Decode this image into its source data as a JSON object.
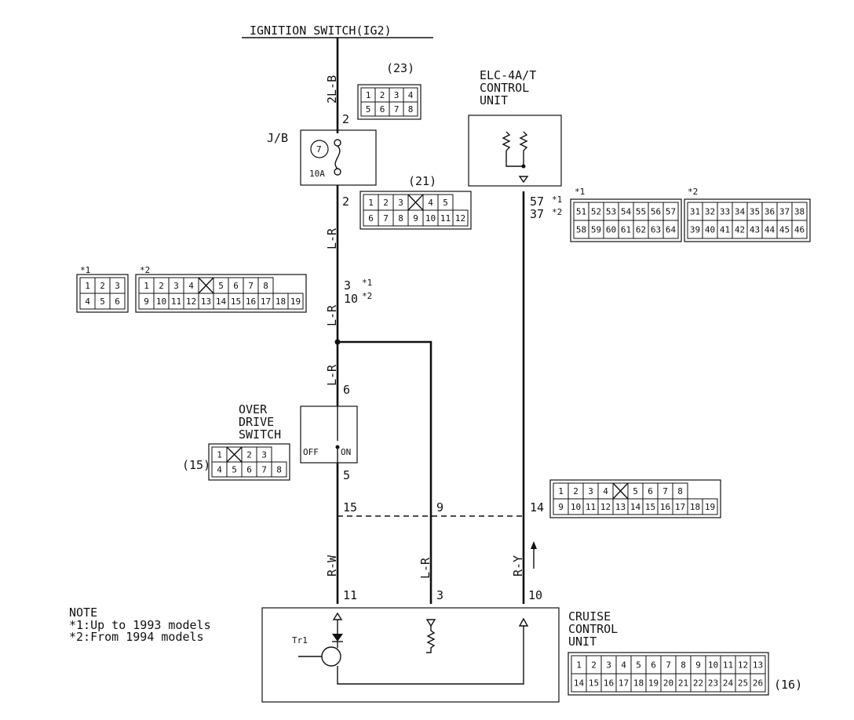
{
  "title_feed": "IGNITION SWITCH(IG2)",
  "wires": {
    "feed": "2L-B",
    "lr1": "L-R",
    "lr2": "L-R",
    "lr3": "L-R",
    "rw": "R-W",
    "lr_cc": "L-R",
    "ry": "R-Y"
  },
  "junction_block": {
    "label": "J/B",
    "fuse_no": "7",
    "fuse_rating": "10A"
  },
  "terminals": {
    "jb_in": "2",
    "jb_out": "2",
    "splice_a": "3",
    "splice_a_note": "*1",
    "splice_b": "10",
    "splice_b_note": "*2",
    "od_in": "6",
    "od_out": "5",
    "j15": "15",
    "j9": "9",
    "j14": "14",
    "cc11": "11",
    "cc3": "3",
    "cc10": "10",
    "elc_57": "57",
    "elc_57_note": "*1",
    "elc_37": "37",
    "elc_37_note": "*2"
  },
  "elc": {
    "line1": "ELC-4A/T",
    "line2": "CONTROL",
    "line3": "UNIT"
  },
  "od_switch": {
    "line1": "OVER",
    "line2": "DRIVE",
    "line3": "SWITCH",
    "off": "OFF",
    "on": "ON"
  },
  "cruise": {
    "line1": "CRUISE",
    "line2": "CONTROL",
    "line3": "UNIT",
    "transistor": "Tr1"
  },
  "note": {
    "title": "NOTE",
    "line1": "*1:Up to 1993 models",
    "line2": "*2:From 1994 models"
  },
  "connectors": {
    "c23": {
      "ref": "(23)",
      "rows": [
        [
          "1",
          "2",
          "3",
          "4"
        ],
        [
          "5",
          "6",
          "7",
          "8"
        ]
      ]
    },
    "c21": {
      "ref": "(21)",
      "rows": [
        [
          "1",
          "2",
          "3",
          "",
          "4",
          "5"
        ],
        [
          "6",
          "7",
          "8",
          "9",
          "10",
          "11",
          "12"
        ]
      ]
    },
    "c15": {
      "ref": "(15)",
      "rows": [
        [
          "1",
          "",
          "2",
          "3"
        ],
        [
          "4",
          "5",
          "6",
          "7",
          "8"
        ]
      ]
    },
    "c16": {
      "ref": "(16)",
      "rows": [
        [
          "1",
          "2",
          "3",
          "4",
          "5",
          "6",
          "7",
          "8",
          "9",
          "10",
          "11",
          "12",
          "13"
        ],
        [
          "14",
          "15",
          "16",
          "17",
          "18",
          "19",
          "20",
          "21",
          "22",
          "23",
          "24",
          "25",
          "26"
        ]
      ]
    },
    "left1": {
      "tag": "*1",
      "rows": [
        [
          "1",
          "2",
          "3"
        ],
        [
          "4",
          "5",
          "6"
        ]
      ]
    },
    "left2": {
      "tag": "*2",
      "rows": [
        [
          "1",
          "2",
          "3",
          "4",
          "",
          "5",
          "6",
          "7",
          "8"
        ],
        [
          "9",
          "10",
          "11",
          "12",
          "13",
          "14",
          "15",
          "16",
          "17",
          "18",
          "19"
        ]
      ]
    },
    "mid": {
      "rows": [
        [
          "1",
          "2",
          "3",
          "4",
          "",
          "5",
          "6",
          "7",
          "8"
        ],
        [
          "9",
          "10",
          "11",
          "12",
          "13",
          "14",
          "15",
          "16",
          "17",
          "18",
          "19"
        ]
      ]
    },
    "elc1": {
      "tag": "*1",
      "rows": [
        [
          "51",
          "52",
          "53",
          "54",
          "55",
          "56",
          "57"
        ],
        [
          "58",
          "59",
          "60",
          "61",
          "62",
          "63",
          "64"
        ]
      ]
    },
    "elc2": {
      "tag": "*2",
      "rows": [
        [
          "31",
          "32",
          "33",
          "34",
          "35",
          "36",
          "37",
          "38"
        ],
        [
          "39",
          "40",
          "41",
          "42",
          "43",
          "44",
          "45",
          "46"
        ]
      ]
    }
  }
}
